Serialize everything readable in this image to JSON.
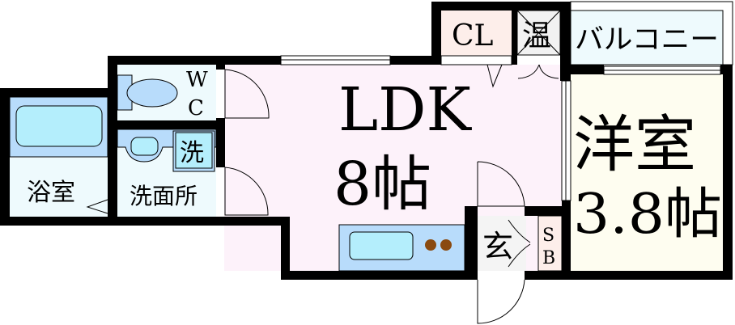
{
  "floorplan": {
    "rooms": {
      "ldk": {
        "name": "LDK",
        "size": "8帖"
      },
      "western_room": {
        "name": "洋室",
        "size": "3.8帖"
      },
      "bathroom": {
        "name": "浴室"
      },
      "washroom": {
        "name": "洗面所"
      },
      "washer": {
        "name": "洗"
      },
      "toilet": {
        "name_line1": "W",
        "name_line2": "C"
      },
      "closet": {
        "name": "CL"
      },
      "water_heater": {
        "name": "温"
      },
      "balcony": {
        "name": "バルコニー"
      },
      "entrance": {
        "name": "玄"
      },
      "shoe_box": {
        "name_line1": "S",
        "name_line2": "B"
      }
    },
    "colors": {
      "wall": "#000000",
      "ldk": "#fdf2fa",
      "western_room": "#fefdf0",
      "wet_area": "#eefafd",
      "fixture": "#b8dcfb",
      "fixture_inner": "#b4eefc",
      "closet": "#fdeeea",
      "balcony": "#eefafd",
      "entrance": "#f4f4f4",
      "stove": "#8a4a10"
    }
  }
}
